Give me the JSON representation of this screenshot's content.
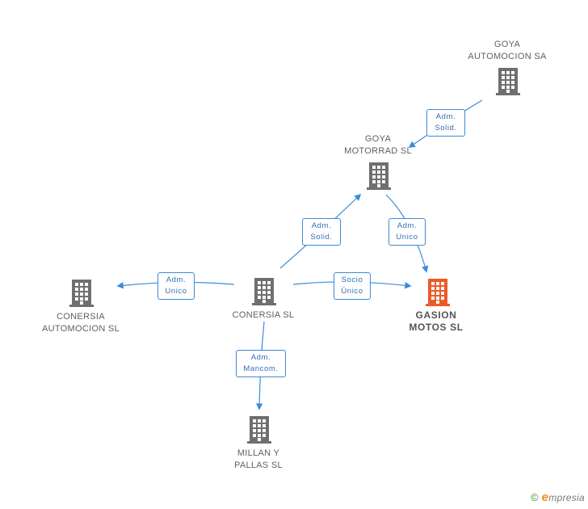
{
  "colors": {
    "edge": "#3d8ad8",
    "node": "#6f6f6f",
    "focus": "#ec5a2a"
  },
  "nodes": {
    "goya_automocion": {
      "line1": "GOYA",
      "line2": "AUTOMOCION SA",
      "icon": "building-icon"
    },
    "goya_motorrad": {
      "line1": "GOYA",
      "line2": "MOTORRAD SL",
      "icon": "building-icon"
    },
    "conersia_automocion": {
      "line1": "CONERSIA",
      "line2": "AUTOMOCION SL",
      "icon": "building-icon"
    },
    "conersia": {
      "line1": "CONERSIA SL",
      "line2": "",
      "icon": "building-icon"
    },
    "gasion": {
      "line1": "GASION",
      "line2": "MOTOS SL",
      "icon": "building-icon"
    },
    "millan": {
      "line1": "MILLAN Y",
      "line2": "PALLAS SL",
      "icon": "building-icon"
    }
  },
  "edges": {
    "goya_auto_to_motorrad": {
      "line1": "Adm.",
      "line2": "Solid."
    },
    "conersia_to_motorrad": {
      "line1": "Adm.",
      "line2": "Solid."
    },
    "motorrad_to_gasion": {
      "line1": "Adm.",
      "line2": "Unico"
    },
    "conersia_to_automocion": {
      "line1": "Adm.",
      "line2": "Unico"
    },
    "conersia_to_gasion": {
      "line1": "Socio",
      "line2": "Único"
    },
    "conersia_to_millan": {
      "line1": "Adm.",
      "line2": "Mancom."
    }
  },
  "footer": {
    "copyright": "©",
    "brand_initial": "e",
    "brand_rest": "mpresia"
  }
}
